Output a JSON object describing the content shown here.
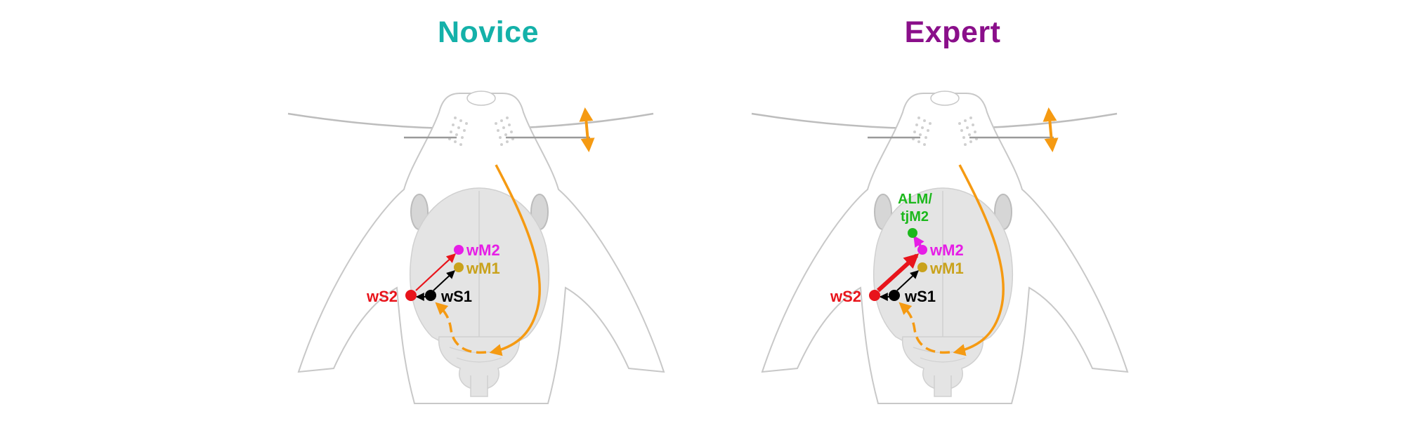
{
  "colors": {
    "novice": "#14b1a9",
    "expert": "#8a0f8a",
    "wS1": "#000000",
    "wS2": "#e8141b",
    "wM1": "#c9a21c",
    "wM2": "#e61ee6",
    "alm": "#1cb81c",
    "pathway": "#f59a12",
    "outline": "#c8c8c8",
    "brain": "#e4e4e4"
  },
  "panels": [
    {
      "key": "novice",
      "title": "Novice",
      "labels": {
        "wS1": "wS1",
        "wS2": "wS2",
        "wM1": "wM1",
        "wM2": "wM2"
      }
    },
    {
      "key": "expert",
      "title": "Expert",
      "labels": {
        "wS1": "wS1",
        "wS2": "wS2",
        "wM1": "wM1",
        "wM2": "wM2",
        "alm_line1": "ALM/",
        "alm_line2": "tjM2"
      }
    }
  ]
}
